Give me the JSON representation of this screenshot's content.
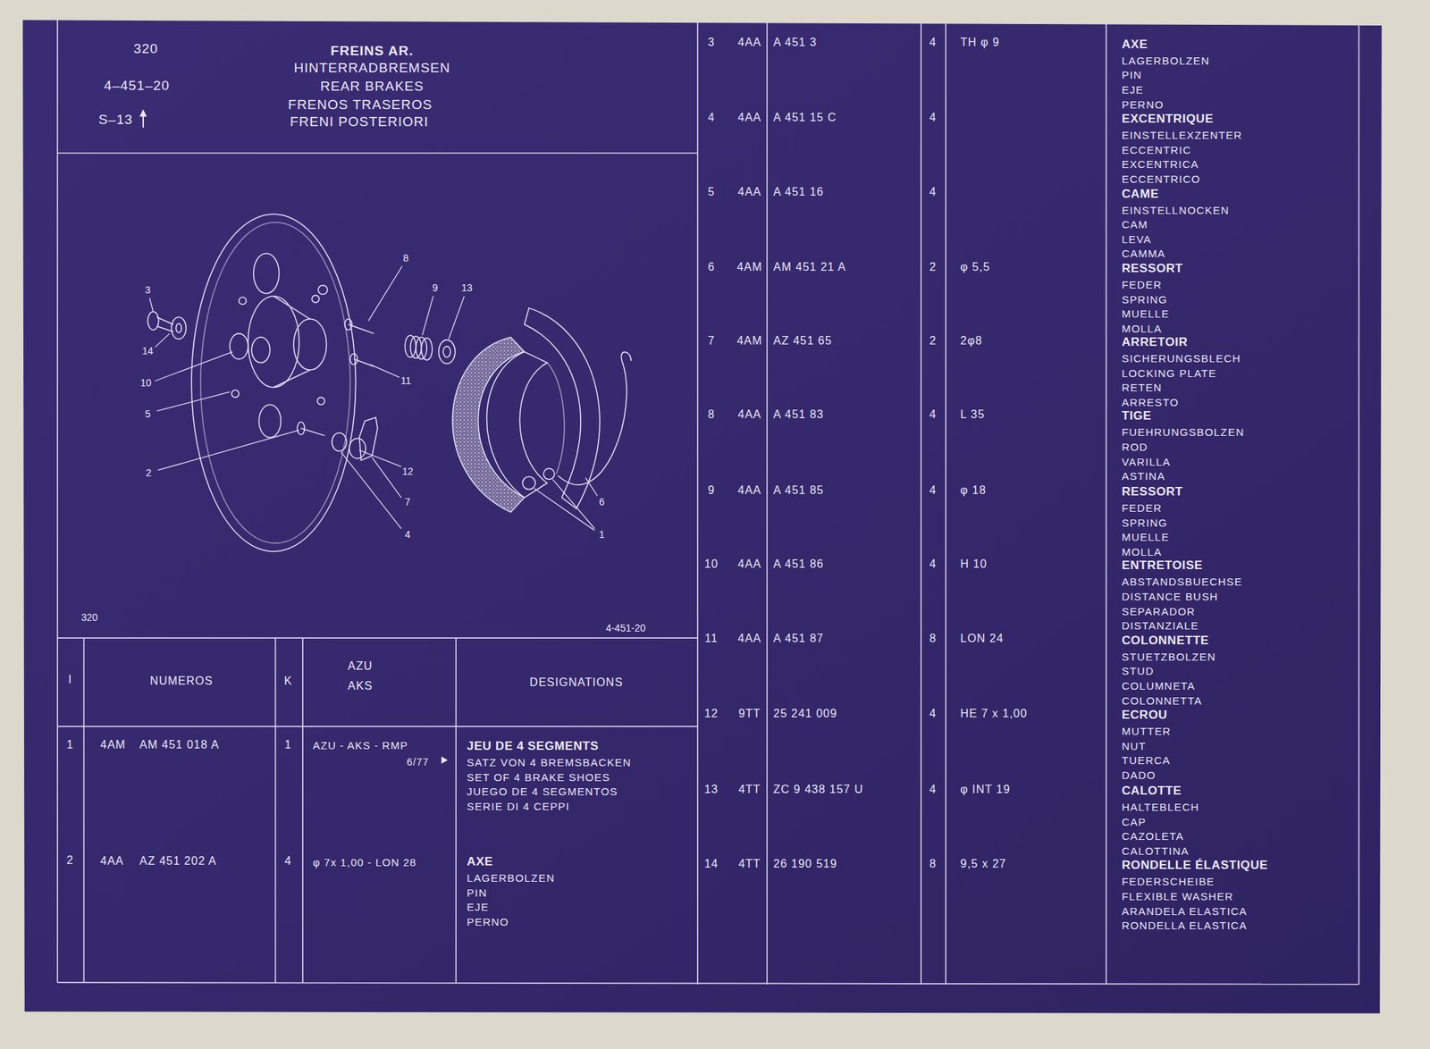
{
  "diagram": {
    "title": "FREINS AR.",
    "labels": [
      "320",
      "4–451–20",
      "S–13",
      "HINTERRADBREMSEN",
      "REAR BRAKES",
      "FRENOS TRASEROS",
      "FRENI POSTERIORI",
      "8",
      "3",
      "9",
      "13",
      "14",
      "10",
      "11",
      "5",
      "2",
      "12",
      "6",
      "7",
      "4",
      "1",
      "320",
      "4-451-20",
      "I",
      "NUMEROS",
      "K",
      "AZU",
      "AKS",
      "DESIGNATIONS",
      "1",
      "4AM",
      "AM 451 018 A",
      "1",
      "AZU - AKS - RMP",
      "6/77",
      "JEU DE 4 SEGMENTS",
      "SATZ VON 4 BREMSBACKEN",
      "SET OF 4 BRAKE SHOES",
      "JUEGO DE 4 SEGMENTOS",
      "SERIE DI 4 CEPPI",
      "2",
      "4AA",
      "AZ 451 202 A",
      "4",
      "φ 7x 1,00 - LON 28",
      "AXE",
      "LAGERBOLZEN",
      "PIN",
      "EJE",
      "PERNO",
      "3",
      "4AA",
      "A 451 3",
      "4",
      "TH φ 9",
      "AXE",
      "LAGERBOLZEN",
      "PIN",
      "EJE",
      "PERNO",
      "4",
      "4AA",
      "A 451 15 C",
      "4",
      "EXCENTRIQUE",
      "EINSTELLEXZENTER",
      "ECCENTRIC",
      "EXCENTRICA",
      "ECCENTRICO",
      "5",
      "4AA",
      "A 451 16",
      "4",
      "CAME",
      "EINSTELLNOCKEN",
      "CAM",
      "LEVA",
      "CAMMA",
      "6",
      "4AM",
      "AM 451 21 A",
      "2",
      "φ 5,5",
      "RESSORT",
      "FEDER",
      "SPRING",
      "MUELLE",
      "MOLLA",
      "7",
      "4AM",
      "AZ 451 65",
      "2",
      "2φ8",
      "ARRETOIR",
      "SICHERUNGSBLECH",
      "LOCKING PLATE",
      "RETEN",
      "ARRESTO",
      "8",
      "4AA",
      "A 451 83",
      "4",
      "L 35",
      "TIGE",
      "FUEHRUNGSBOLZEN",
      "ROD",
      "VARILLA",
      "ASTINA",
      "9",
      "4AA",
      "A 451 85",
      "4",
      "φ 18",
      "RESSORT",
      "FEDER",
      "SPRING",
      "MUELLE",
      "MOLLA",
      "10",
      "4AA",
      "A 451 86",
      "4",
      "H 10",
      "ENTRETOISE",
      "ABSTANDSBUECHSE",
      "DISTANCE BUSH",
      "SEPARADOR",
      "DISTANZIALE",
      "11",
      "4AA",
      "A 451 87",
      "8",
      "LON 24",
      "COLONNETTE",
      "STUETZBOLZEN",
      "STUD",
      "COLUMNETA",
      "COLONNETTA",
      "12",
      "9TT",
      "25 241 009",
      "4",
      "HE 7 x 1,00",
      "ECROU",
      "MUTTER",
      "NUT",
      "TUERCA",
      "DADO",
      "13",
      "4TT",
      "ZC 9 438 157 U",
      "4",
      "φ INT 19",
      "CALOTTE",
      "HALTEBLECH",
      "CAP",
      "CAZOLETA",
      "CALOTTINA",
      "14",
      "4TT",
      "26 190 519",
      "8",
      "9,5 x 27",
      "RONDELLE ÉLASTIQUE",
      "FEDERSCHEIBE",
      "FLEXIBLE WASHER",
      "ARANDELA ELASTICA",
      "RONDELLA ELASTICA"
    ]
  }
}
